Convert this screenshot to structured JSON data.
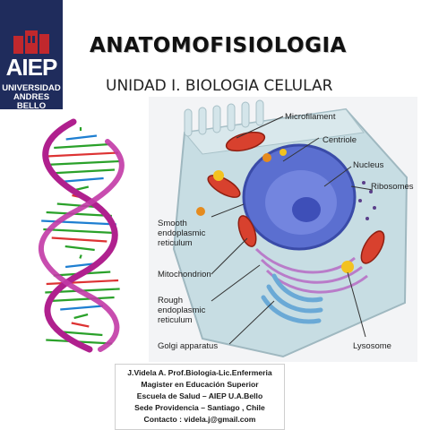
{
  "logo": {
    "brand": "AIEP",
    "university_line1": "UNIVERSIDAD",
    "university_line2": "ANDRES BELLO"
  },
  "header": {
    "title": "ANATOMOFISIOLOGIA",
    "subtitle": "UNIDAD I. BIOLOGIA CELULAR"
  },
  "cell_diagram": {
    "labels": {
      "microfilament": "Microfilament",
      "centriole": "Centriole",
      "nucleus": "Nucleus",
      "ribosomes": "Ribosomes",
      "smooth_er_1": "Smooth",
      "smooth_er_2": "endoplasmic",
      "smooth_er_3": "reticulum",
      "mitochondrion": "Mitochondrion",
      "rough_er_1": "Rough",
      "rough_er_2": "endoplasmic",
      "rough_er_3": "reticulum",
      "golgi": "Golgi apparatus",
      "lysosome": "Lysosome"
    }
  },
  "contact": {
    "line1": "J.Videla A. Prof.Biologia-Lic.Enfermeria",
    "line2": "Magister en Educación Superior",
    "line3": "Escuela de Salud – AIEP U.A.Bello",
    "line4": "Sede Providencia – Santiago , Chile",
    "line5": "Contacto : videla.j@gmail.com"
  },
  "colors": {
    "logo_bg": "#1f2c5c",
    "logo_accent": "#c0282d",
    "dna_backbone": "#b0208e",
    "dna_bases": "#2aa12a"
  }
}
